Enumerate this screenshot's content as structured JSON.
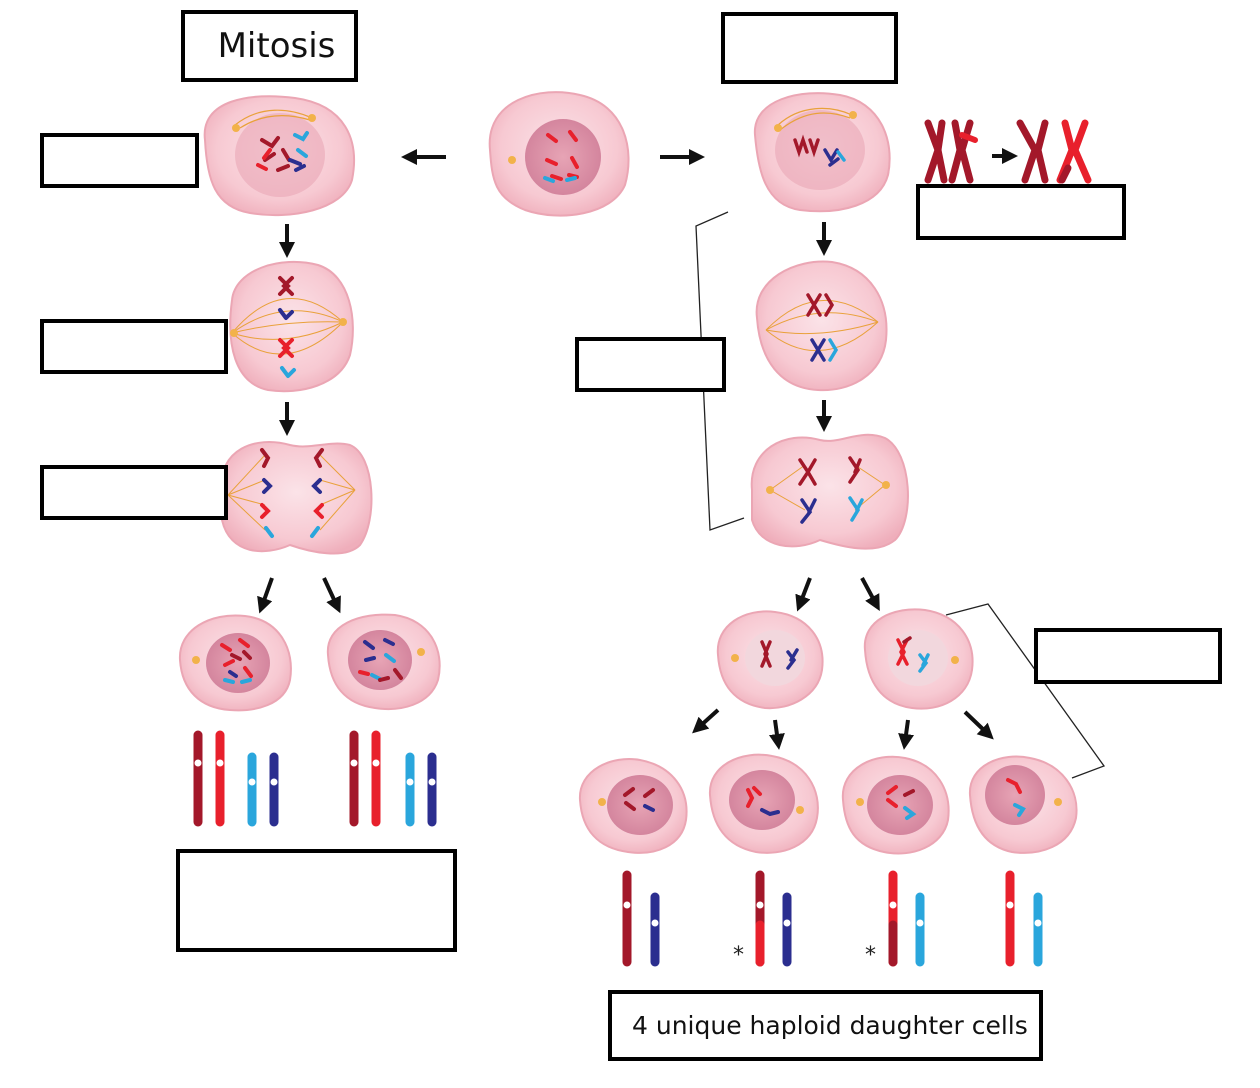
{
  "labels": {
    "mitosis": "Mitosis",
    "result_meiosis": "4 unique haploid daughter cells",
    "crossover_markers": [
      "*",
      "*"
    ]
  },
  "blank_boxes": [
    "meiosis-title",
    "mitosis-prophase",
    "mitosis-metaphase",
    "mitosis-anaphase",
    "crossing-over",
    "meiosis-I",
    "meiosis-II",
    "mitosis-result"
  ],
  "colors": {
    "cell_fill": "#f7c7d0",
    "cell_edge": "#eba6b4",
    "nucleus_fill": "#d9849e",
    "spindle": "#e9a13a",
    "chrom_dark_red": "#a3182a",
    "chrom_red": "#e8202c",
    "chrom_dark_blue": "#2b2e8f",
    "chrom_light_blue": "#2aa6dc"
  },
  "icons": [
    "arrow-icon",
    "centrosome-icon",
    "chromosome-icon"
  ]
}
